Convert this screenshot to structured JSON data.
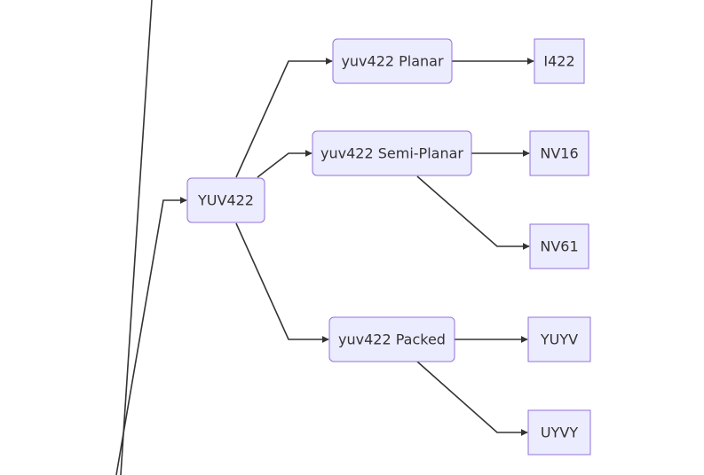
{
  "diagram": {
    "type": "flowchart-left-to-right",
    "colors": {
      "node_fill": "#ececff",
      "node_border": "#9370db",
      "edge": "#333333",
      "text": "#333333"
    },
    "nodes": {
      "yuv422": "YUV422",
      "yuv422_planar": "yuv422 Planar",
      "yuv422_semi_planar": "yuv422 Semi-Planar",
      "yuv422_packed": "yuv422 Packed",
      "i422": "I422",
      "nv16": "NV16",
      "nv61": "NV61",
      "yuyv": "YUYV",
      "uyvy": "UYVY"
    },
    "edges": [
      {
        "from": "offscreen-root",
        "to": "yuv422"
      },
      {
        "from": "yuv422",
        "to": "yuv422_planar"
      },
      {
        "from": "yuv422",
        "to": "yuv422_semi_planar"
      },
      {
        "from": "yuv422",
        "to": "yuv422_packed"
      },
      {
        "from": "yuv422_planar",
        "to": "i422"
      },
      {
        "from": "yuv422_semi_planar",
        "to": "nv16"
      },
      {
        "from": "yuv422_semi_planar",
        "to": "nv61"
      },
      {
        "from": "yuv422_packed",
        "to": "yuyv"
      },
      {
        "from": "yuv422_packed",
        "to": "uyvy"
      }
    ]
  }
}
